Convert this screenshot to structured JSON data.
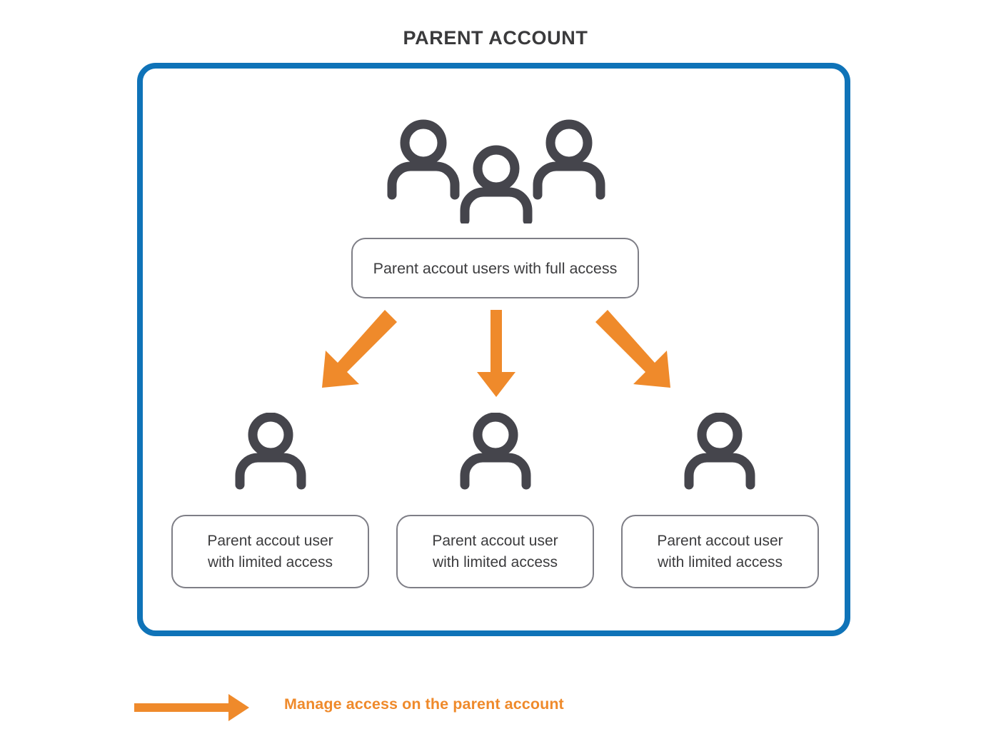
{
  "title": "PARENT ACCOUNT",
  "colors": {
    "frame_blue": "#0f73b8",
    "arrow_orange": "#ef8a2b",
    "icon_gray": "#45454c",
    "box_border_gray": "#7e7e86",
    "text_dark": "#3c3c3e",
    "title_gray": "#3a3a3c",
    "background": "#ffffff"
  },
  "frame": {
    "parent_group": {
      "icon": "group-of-three-users-icon",
      "label": "Parent accout users with full access"
    },
    "arrows": [
      {
        "name": "arrow-to-child-left",
        "direction": "down-left"
      },
      {
        "name": "arrow-to-child-center",
        "direction": "down"
      },
      {
        "name": "arrow-to-child-right",
        "direction": "down-right"
      }
    ],
    "children": [
      {
        "icon": "single-user-icon",
        "label_line1": "Parent accout user",
        "label_line2": "with limited access"
      },
      {
        "icon": "single-user-icon",
        "label_line1": "Parent accout user",
        "label_line2": "with limited access"
      },
      {
        "icon": "single-user-icon",
        "label_line1": "Parent accout user",
        "label_line2": "with limited access"
      }
    ]
  },
  "legend": {
    "icon": "right-arrow-icon",
    "text": "Manage access on the parent account"
  }
}
